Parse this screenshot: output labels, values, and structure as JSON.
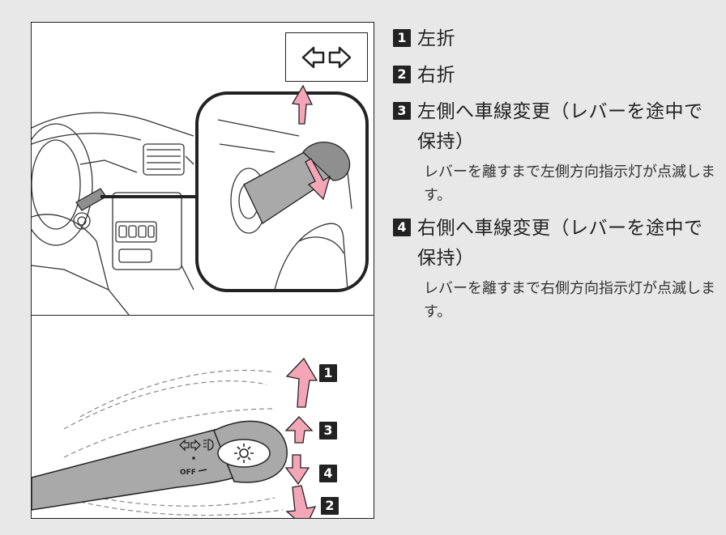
{
  "signal_icon": "left-right-turn-arrows",
  "figure_labels": {
    "up": "1",
    "up_small": "3",
    "down_small": "4",
    "down": "2"
  },
  "lever_labels": {
    "off": "OFF"
  },
  "steps": [
    {
      "number": "1",
      "title": "左折",
      "note": ""
    },
    {
      "number": "2",
      "title": "右折",
      "note": ""
    },
    {
      "number": "3",
      "title": "左側へ車線変更（レバーを途中で保持）",
      "note": "レバーを離すまで左側方向指示灯が点滅します。"
    },
    {
      "number": "4",
      "title": "右側へ車線変更（レバーを途中で保持）",
      "note": "レバーを離すまで右側方向指示灯が点滅します。"
    }
  ],
  "colors": {
    "background": "#e8e8e8",
    "arrow_pink": "#f4a6b8",
    "lever_gray": "#a9a9a9"
  }
}
